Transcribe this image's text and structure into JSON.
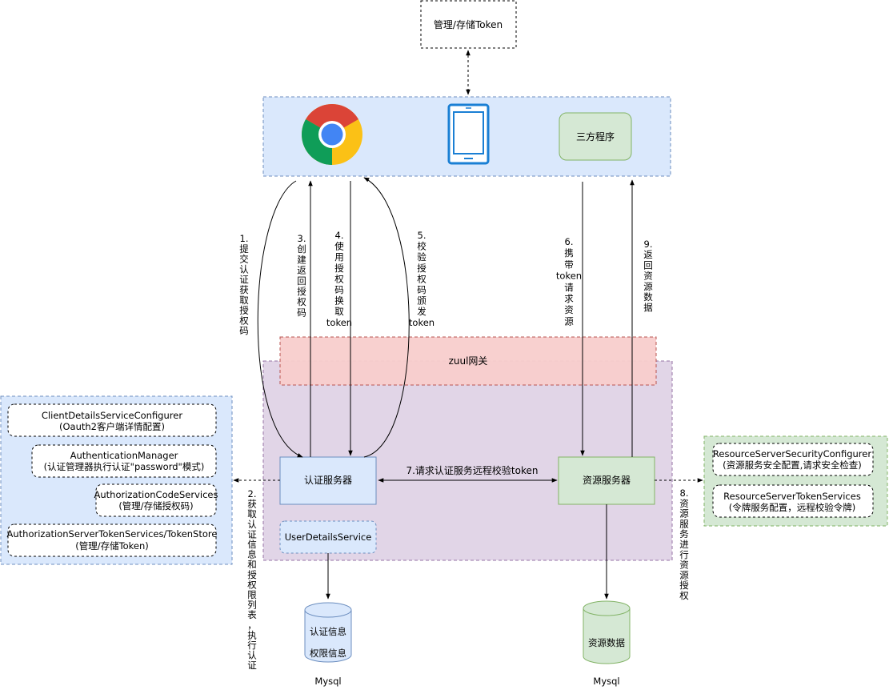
{
  "top_box": {
    "label": "管理/存储Token"
  },
  "client_panel": {
    "third_party_label": "三方程序",
    "browser_icon": "chrome-icon",
    "tablet_icon": "tablet-icon"
  },
  "gateway": {
    "label": "zuul网关"
  },
  "auth_server": {
    "label": "认证服务器"
  },
  "user_details": {
    "label": "UserDetailsService"
  },
  "resource_server": {
    "label": "资源服务器"
  },
  "auth_config": {
    "items": [
      {
        "line1": "ClientDetailsServiceConfigurer",
        "line2": "(Oauth2客户端详情配置)"
      },
      {
        "line1": "AuthenticationManager",
        "line2": "(认证管理器执行认证\"password\"模式)"
      },
      {
        "line1": "AuthorizationCodeServices",
        "line2": "(管理/存储授权码)"
      },
      {
        "line1": "AuthorizationServerTokenServices/TokenStore",
        "line2": "(管理/存储Token)"
      }
    ]
  },
  "resource_config": {
    "items": [
      {
        "line1": "ResourceServerSecurityConfigurer",
        "line2": "(资源服务安全配置,请求安全检查)"
      },
      {
        "line1": "ResourceServerTokenServices",
        "line2": "(令牌服务配置，远程校验令牌)"
      }
    ]
  },
  "databases": {
    "auth_db": {
      "line1": "认证信息",
      "line2": "权限信息",
      "caption": "Mysql"
    },
    "resource_db": {
      "line1": "资源数据",
      "caption": "Mysql"
    }
  },
  "steps": {
    "s1": "1.提交认证获取授权码",
    "s2": "2.获取认证信息和授权限列表，执行认证",
    "s3": "3.创建返回授权码",
    "s4": "4.使用授权码换取token",
    "s5": "5.校验授权码颁发token",
    "s6": "6.携带token请求资源",
    "s7": "7.请求认证服务远程校验token",
    "s8": "8.资源服务进行资源授权",
    "s9": "9.返回资源数据"
  },
  "colors": {
    "client_fill": "#dae8fc",
    "client_stroke": "#6c8ebf",
    "gateway_fill": "#f8cecc",
    "gateway_stroke": "#b85450",
    "server_area_fill": "#e1d5e7",
    "server_area_stroke": "#9673a6",
    "resource_fill": "#d5e8d4",
    "resource_stroke": "#82b366"
  }
}
